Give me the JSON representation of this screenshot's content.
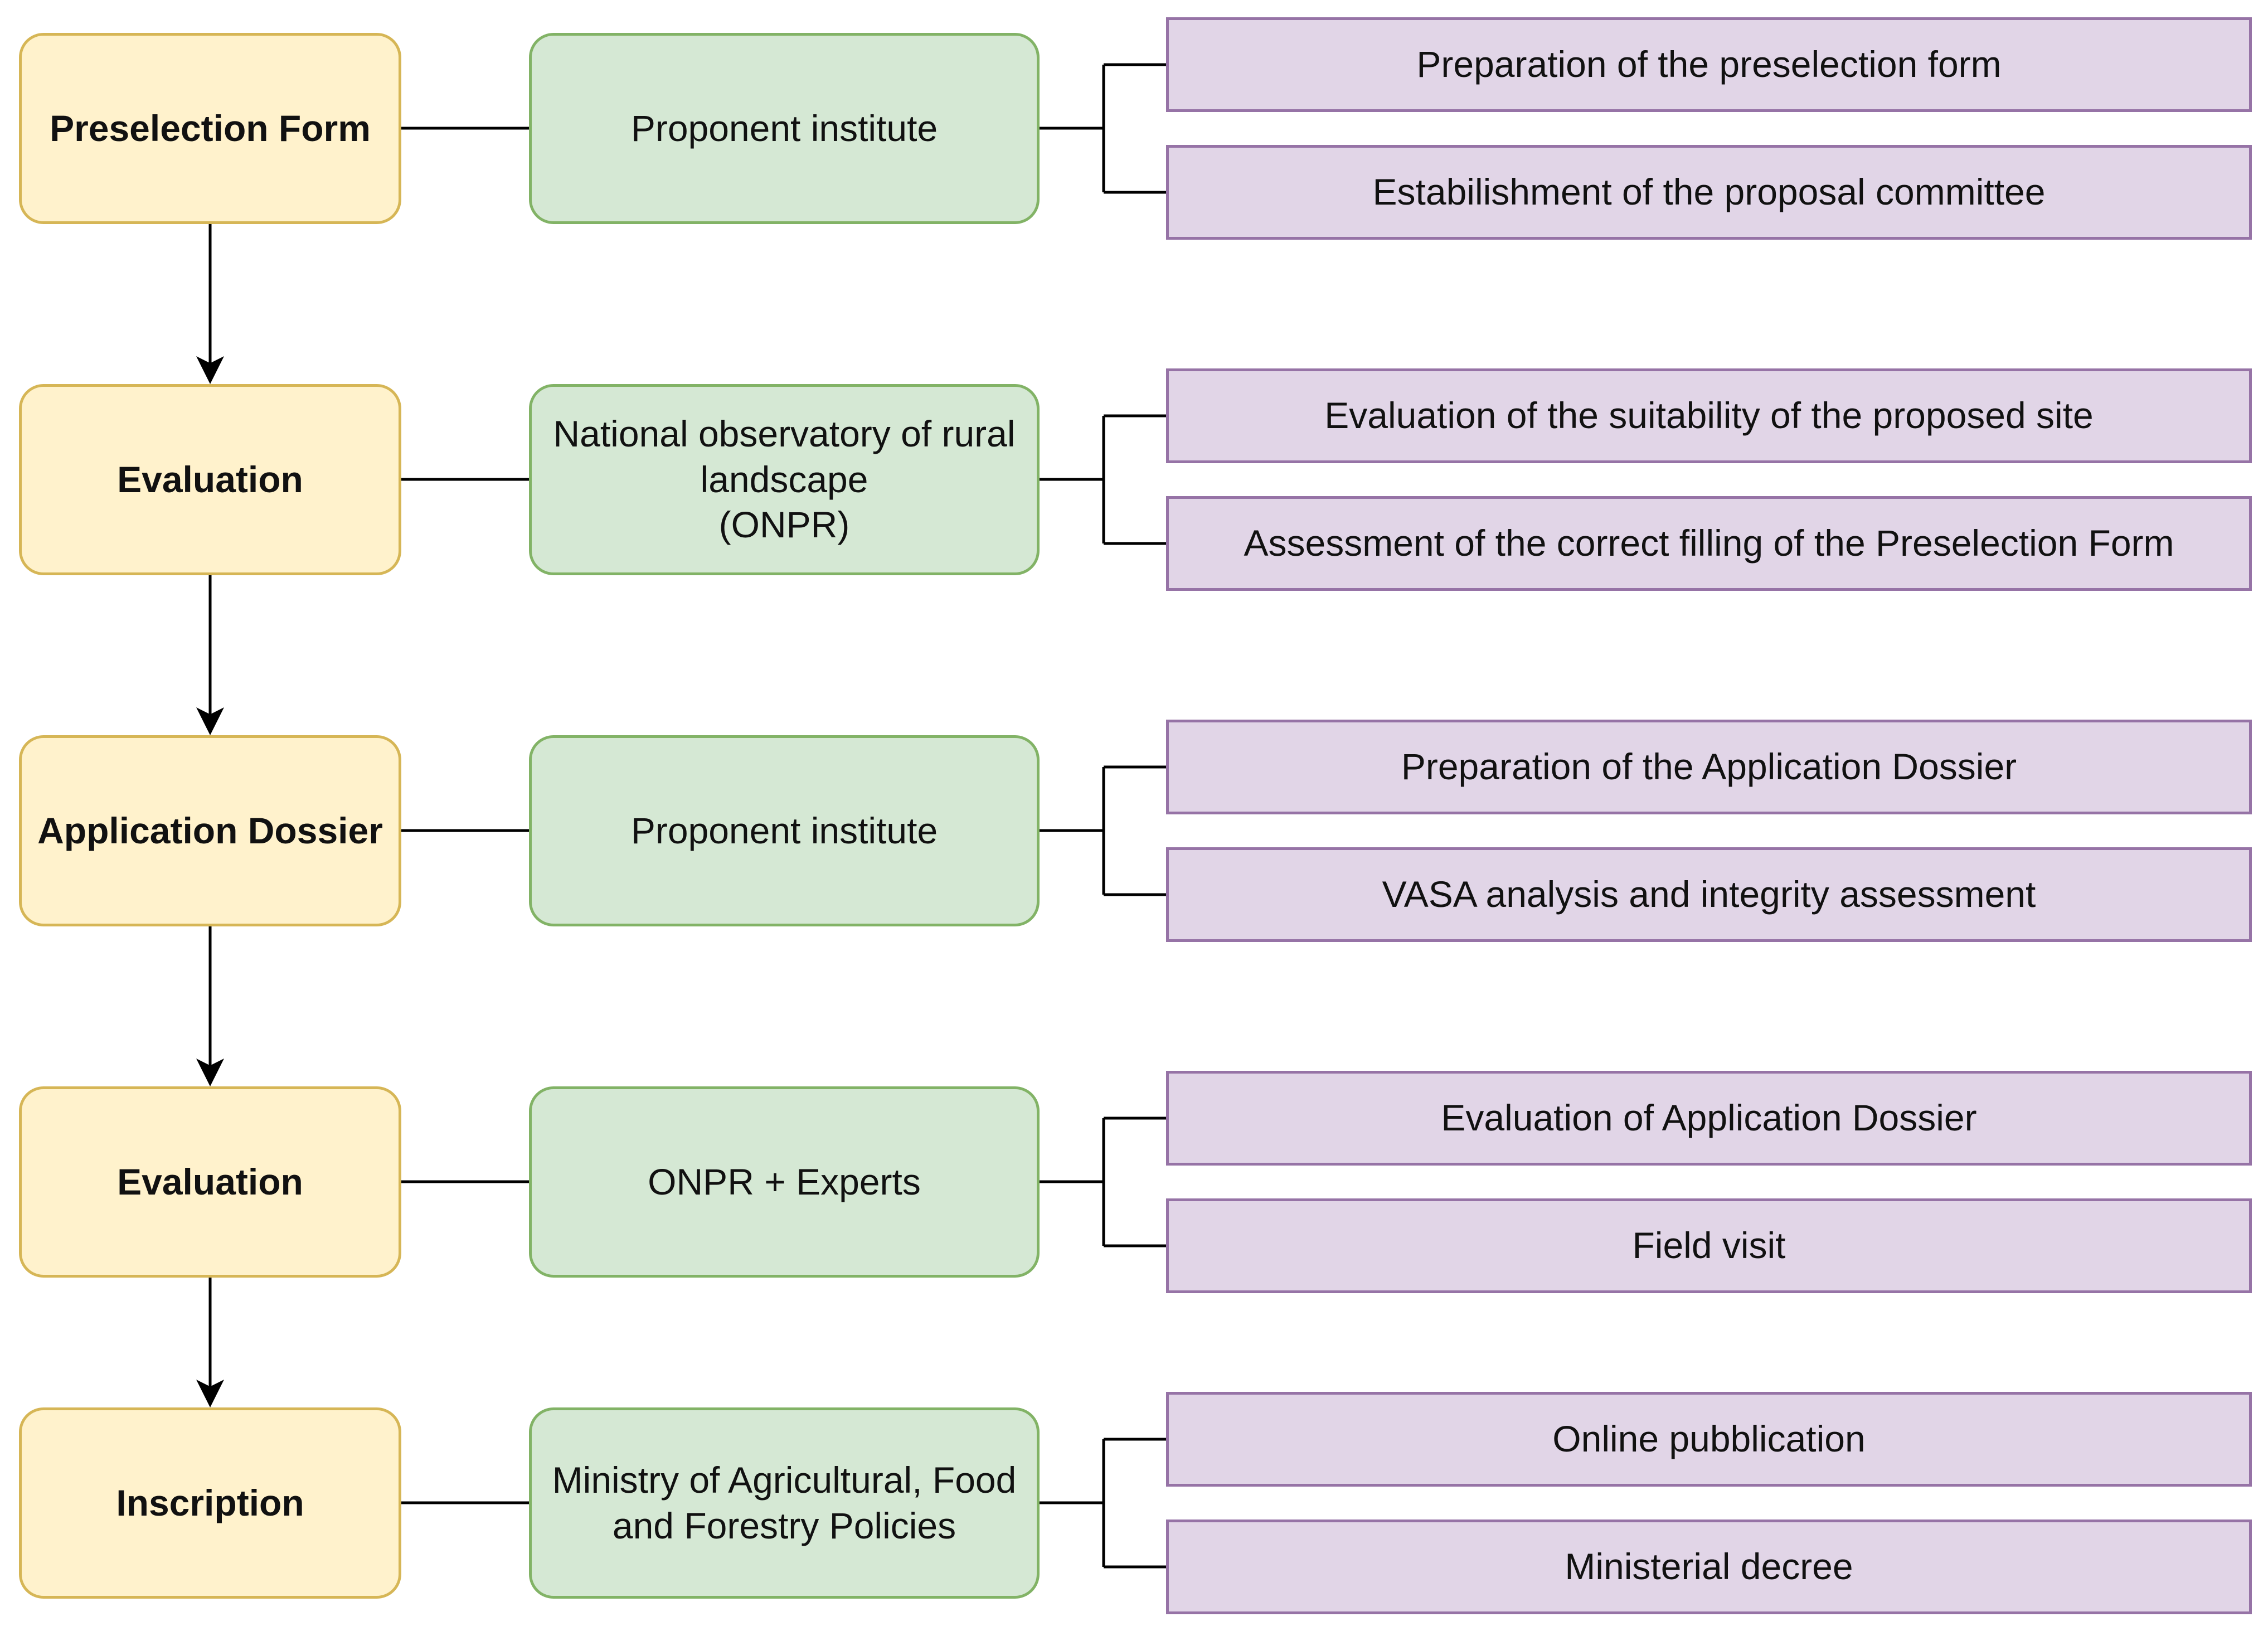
{
  "diagram": {
    "rows": [
      {
        "stage": "Preselection Form",
        "actor": "Proponent institute",
        "tasks": [
          "Preparation of the preselection form",
          "Estabilishment of the proposal committee"
        ]
      },
      {
        "stage": "Evaluation",
        "actor_lines": [
          "National observatory of rural",
          "landscape",
          "(ONPR)"
        ],
        "tasks": [
          "Evaluation of the suitability of the proposed site",
          "Assessment of the correct filling of the Preselection Form"
        ]
      },
      {
        "stage": "Application Dossier",
        "actor": "Proponent institute",
        "tasks": [
          "Preparation of the Application Dossier",
          "VASA analysis and integrity assessment"
        ]
      },
      {
        "stage": "Evaluation",
        "actor": "ONPR + Experts",
        "tasks": [
          "Evaluation of Application Dossier",
          "Field visit"
        ]
      },
      {
        "stage": "Inscription",
        "actor_lines": [
          "Ministry of Agricultural, Food",
          "and Forestry Policies"
        ],
        "tasks": [
          "Online pubblication",
          "Ministerial decree"
        ]
      }
    ],
    "colors": {
      "stage_fill": "#fff2cc",
      "stage_border": "#d6b656",
      "actor_fill": "#d5e8d4",
      "actor_border": "#82b366",
      "task_fill": "#e1d5e7",
      "task_border": "#9673a6",
      "connector": "#000000"
    }
  }
}
